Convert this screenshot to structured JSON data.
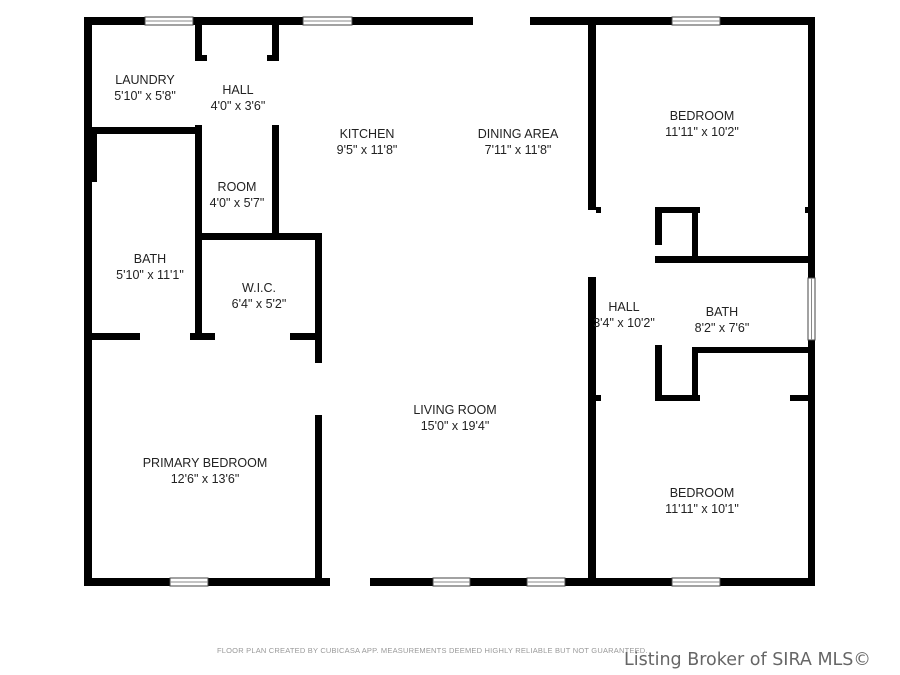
{
  "rooms": {
    "laundry": {
      "name": "LAUNDRY",
      "size": "5'10\" x 5'8\""
    },
    "hall_small": {
      "name": "HALL",
      "size": "4'0\" x 3'6\""
    },
    "room": {
      "name": "ROOM",
      "size": "4'0\" x 5'7\""
    },
    "bath_left": {
      "name": "BATH",
      "size": "5'10\" x 11'1\""
    },
    "wic": {
      "name": "W.I.C.",
      "size": "6'4\" x 5'2\""
    },
    "kitchen": {
      "name": "KITCHEN",
      "size": "9'5\" x 11'8\""
    },
    "dining": {
      "name": "DINING AREA",
      "size": "7'11\" x 11'8\""
    },
    "bedroom_top": {
      "name": "BEDROOM",
      "size": "11'11\" x 10'2\""
    },
    "hall_right": {
      "name": "HALL",
      "size": "3'4\" x 10'2\""
    },
    "bath_right": {
      "name": "BATH",
      "size": "8'2\" x 7'6\""
    },
    "living": {
      "name": "LIVING ROOM",
      "size": "15'0\" x 19'4\""
    },
    "primary": {
      "name": "PRIMARY BEDROOM",
      "size": "12'6\" x 13'6\""
    },
    "bedroom_bottom": {
      "name": "BEDROOM",
      "size": "11'11\" x 10'1\""
    }
  },
  "footer": {
    "disclaimer": "FLOOR PLAN CREATED BY CUBICASA APP. MEASUREMENTS DEEMED HIGHLY RELIABLE BUT NOT GUARANTEED.",
    "watermark": "Listing Broker of SIRA MLS©"
  },
  "colors": {
    "wall": "#000000",
    "text": "#222222"
  }
}
